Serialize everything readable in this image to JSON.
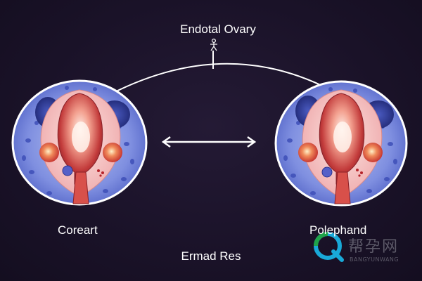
{
  "title": "Endotal Ovary",
  "captions": {
    "left": "Coreart",
    "right": "Polephand",
    "bottom": "Ermad Res"
  },
  "watermark": {
    "chinese": "帮孕网",
    "latin": "BANGYUNWANG"
  },
  "colors": {
    "background": "#1a1228",
    "tissue_blue": "#6f7fd8",
    "tissue_pink": "#f3b7b8",
    "uterus_red": "#c23a3a",
    "outline": "#ffffff",
    "watermark_green": "#1fa34a",
    "watermark_cyan": "#19a9d8"
  }
}
